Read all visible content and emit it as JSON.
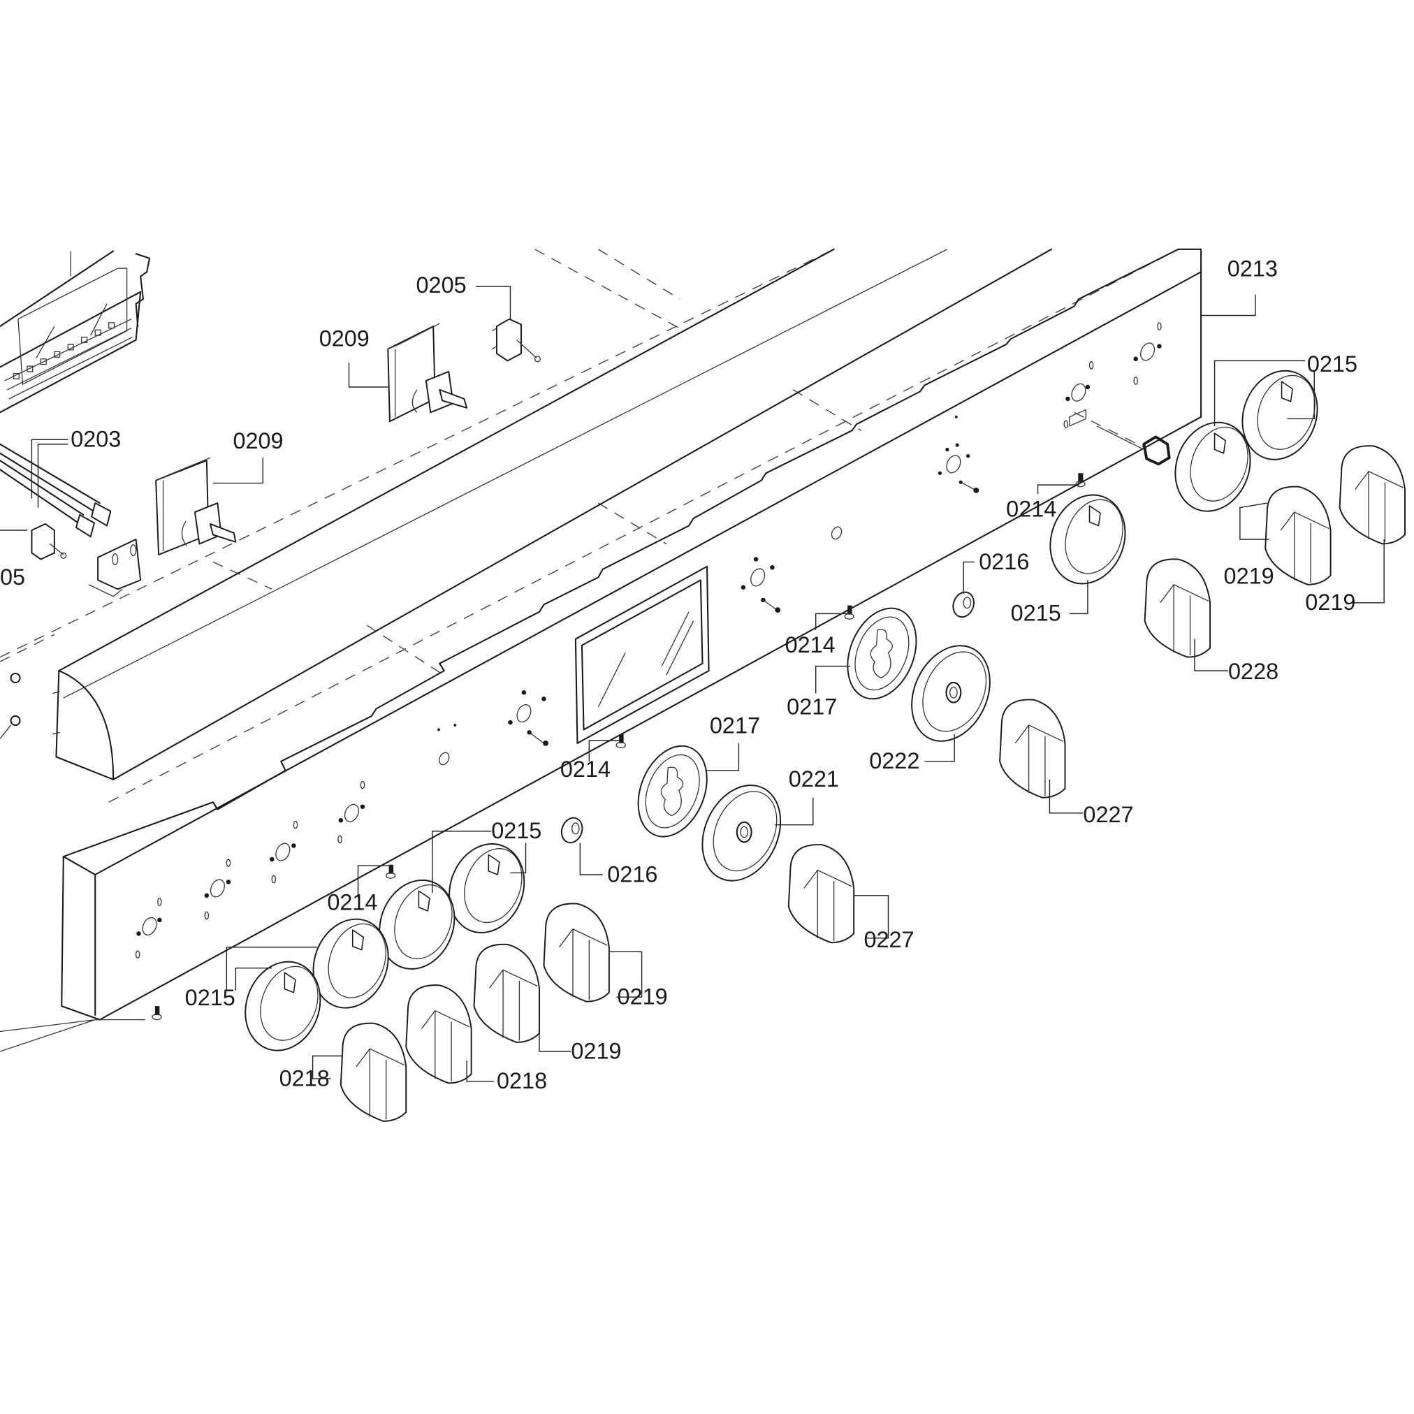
{
  "diagram": {
    "title": "Control panel exploded parts view",
    "labels": [
      {
        "id": "0205",
        "text": "0205"
      },
      {
        "id": "0209a",
        "text": "0209"
      },
      {
        "id": "0209b",
        "text": "0209"
      },
      {
        "id": "0203",
        "text": "0203"
      },
      {
        "id": "0205b",
        "text": "05"
      },
      {
        "id": "0213",
        "text": "0213"
      },
      {
        "id": "0215a",
        "text": "0215"
      },
      {
        "id": "0214a",
        "text": "0214"
      },
      {
        "id": "0216a",
        "text": "0216"
      },
      {
        "id": "0215b",
        "text": "0215"
      },
      {
        "id": "0219a",
        "text": "0219"
      },
      {
        "id": "0219b",
        "text": "0219"
      },
      {
        "id": "0228",
        "text": "0228"
      },
      {
        "id": "0214b",
        "text": "0214"
      },
      {
        "id": "0217a",
        "text": "0217"
      },
      {
        "id": "0222",
        "text": "0222"
      },
      {
        "id": "0227a",
        "text": "0227"
      },
      {
        "id": "0214c",
        "text": "0214"
      },
      {
        "id": "0217b",
        "text": "0217"
      },
      {
        "id": "0221",
        "text": "0221"
      },
      {
        "id": "0227b",
        "text": "0227"
      },
      {
        "id": "0215c",
        "text": "0215"
      },
      {
        "id": "0216b",
        "text": "0216"
      },
      {
        "id": "0214d",
        "text": "0214"
      },
      {
        "id": "0215d",
        "text": "0215"
      },
      {
        "id": "0219c",
        "text": "0219"
      },
      {
        "id": "0219d",
        "text": "0219"
      },
      {
        "id": "0218a",
        "text": "0218"
      },
      {
        "id": "0218b",
        "text": "0218"
      }
    ]
  }
}
